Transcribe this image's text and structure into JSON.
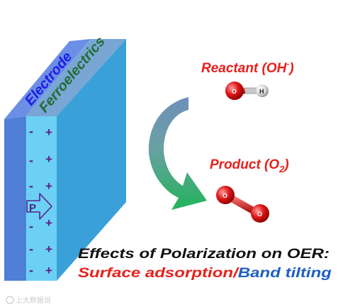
{
  "device": {
    "electrode_label": "Electrode",
    "ferroelectrics_label": "Ferroelectrics",
    "polarization_label": "P",
    "minus_sign": "-",
    "plus_sign": "+"
  },
  "species": {
    "reactant_label": "Reactant (OH",
    "reactant_charge": "-",
    "reactant_close": ")",
    "product_label": "Product (O",
    "product_subscript": "2",
    "product_close": ")",
    "atom_o": "O",
    "atom_h": "H"
  },
  "summary": {
    "title": "Effects of Polarization on OER:",
    "part1": "Surface adsorption",
    "separator": "/",
    "part2": "Band tilting"
  },
  "watermark": {
    "text": "上大数据说"
  },
  "colors": {
    "electrode": "#1c1ce6",
    "ferroelectrics": "#246b33",
    "reactant": "#e8201c",
    "product": "#e8201c",
    "summary_title": "#111111",
    "summary_red": "#e8201c",
    "summary_blue": "#1f5fbf",
    "charges": "#5b1f8e"
  }
}
